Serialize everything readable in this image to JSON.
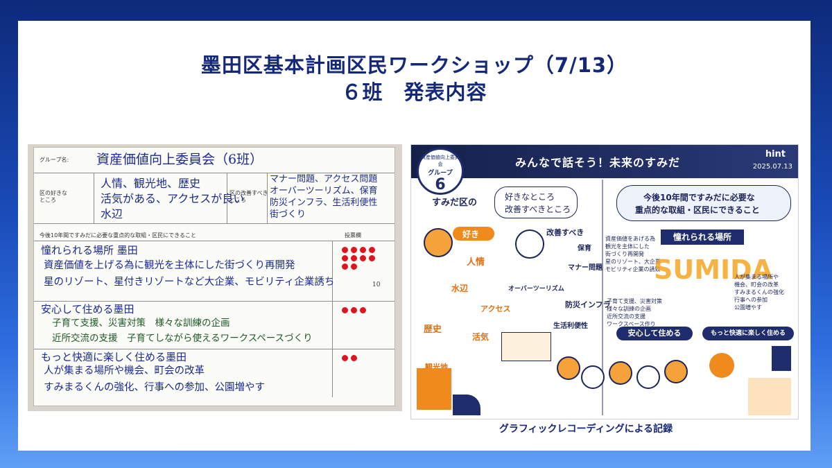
{
  "title": {
    "line1": "墨田区基本計画区民ワークショップ（7/13）",
    "line2": "６班　発表内容"
  },
  "sheet": {
    "group_label": "グループ名:",
    "group_name": "資産価値向上委員会（6班）",
    "likes_label": "区の好きなところ",
    "likes_text": [
      "人情、観光地、歴史",
      "活気がある、アクセスが良い",
      "水辺"
    ],
    "improve_label": "区の改善すべきところ",
    "improve_text": [
      "マナー問題、アクセス問題",
      "オーバーツーリズム、保育",
      "防災インフラ、生活利便性",
      "街づくり"
    ],
    "focus_label": "今後10年間ですみだに必要な重点的な取組・区民にできること",
    "vote_label": "投票欄",
    "sections": [
      {
        "heading": "憧れられる場所 墨田",
        "lines": [
          "資産価値を上げる為に観光を主体にした街づくり再開発",
          "星のリゾート、星付きリゾートなど大企業、モビリティ企業誘ち"
        ],
        "votes": 10,
        "vote_note": "10"
      },
      {
        "heading": "安心して住める墨田",
        "lines": [
          "子育て支援、災害対策　様々な訓練の企画",
          "近所交流の支援　子育てしながら使えるワークスペースづくり"
        ],
        "votes": 3
      },
      {
        "heading": "もっと快適に楽しく住める墨田",
        "lines": [
          "人が集まる場所や機会、町会の改革",
          "すみまるくんの強化、行事への参加、公園増やす"
        ],
        "votes": 2
      }
    ]
  },
  "graphic": {
    "header_title": "みんなで話そう！未来のすみだ",
    "brand": "hint",
    "date": "2025.07.13",
    "badge_small": "資産価値向上委員会",
    "badge_group": "グループ",
    "badge_number": "6",
    "left_heading_a": "すみだ区の",
    "left_heading_b": [
      "好きなところ",
      "改善すべきところ"
    ],
    "suki": "好き",
    "kaizen": "改善すべき",
    "left_words": [
      "人情",
      "水辺",
      "歴史",
      "活気",
      "観光地",
      "アクセス",
      "オーバーツーリズム",
      "防災インフラ",
      "マナー問題",
      "保育",
      "生活利便性"
    ],
    "right_heading": [
      "今後10年間ですみだに必要な",
      "重点的な取組・区民にできること"
    ],
    "ribbon1": "憧れられる場所",
    "ribbon2": "安心して住める",
    "ribbon3": "もっと快適に楽しく住める",
    "sumida_word": "SUMIDA",
    "notes1": [
      "資産価値をあげる為",
      "観光を主体にした",
      "街づくり再開発",
      "星のリゾート、大企業",
      "モビリティ企業の誘致"
    ],
    "notes2": [
      "子育て支援、災害対策",
      "様々な訓練の企画",
      "近所交流の支援",
      "ワークスペース作り"
    ],
    "notes3": [
      "人が集まる場所や",
      "機会、町会の改革",
      "すみまるくんの強化",
      "行事への参加",
      "公園増やす"
    ]
  },
  "caption": "グラフィックレコーディングによる記録",
  "colors": {
    "title": "#14287a",
    "vote_dot": "#e0141e",
    "orange": "#f08a1c",
    "navy": "#1f2d6e"
  }
}
